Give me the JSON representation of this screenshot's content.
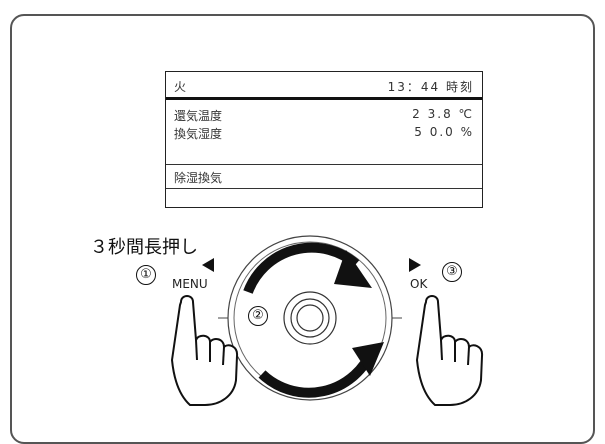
{
  "display": {
    "day": "火",
    "time": "13：44 時刻",
    "row1_label": "還気温度",
    "row1_value": "2 3.8 ℃",
    "row2_label": "換気湿度",
    "row2_value": "5 0.0 %",
    "mode": "除湿換気"
  },
  "instruction": {
    "hold_text": "３秒間長押し",
    "step1": "①",
    "step2": "②",
    "step3": "③"
  },
  "keys": {
    "menu_label": "MENU",
    "ok_label": "OK"
  }
}
